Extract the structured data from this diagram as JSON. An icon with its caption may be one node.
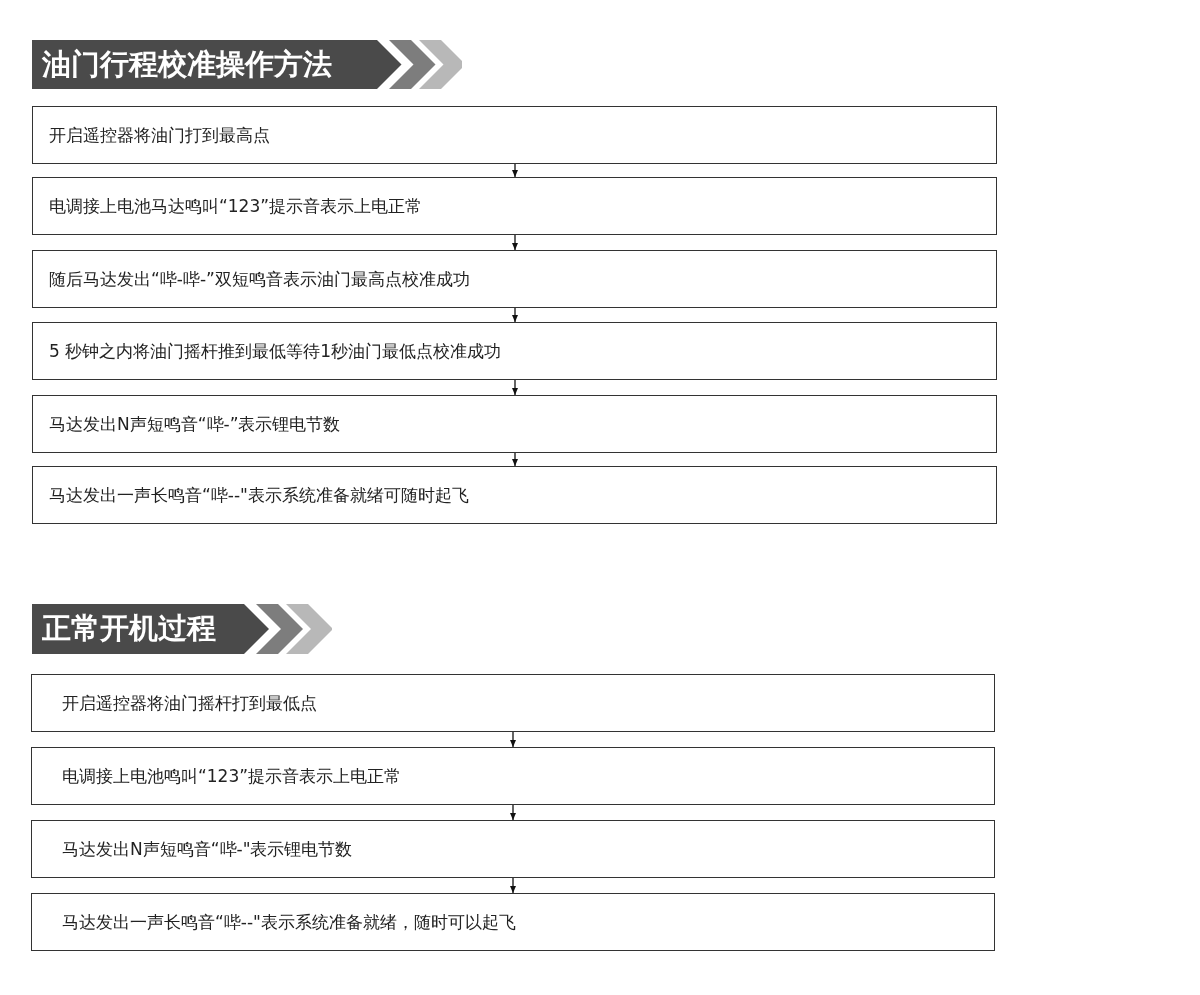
{
  "diagram": {
    "nodes": [
      {
        "text": [
          "油门行程校准操作方法"
        ]
      },
      {
        "text": [
          "开启遥控器将油门打到最高点"
        ]
      },
      {
        "text": [
          "电调接上电池马达鸣叫“123”提示音表示上电正常"
        ]
      },
      {
        "text": [
          "随后马达发出“哔-哔-”双短鸣音表示油门最高点校准成功"
        ]
      },
      {
        "text": [
          "5 秒钟之内将油门摇杆推到最低等待1秒油门最低点校准成功"
        ]
      },
      {
        "text": [
          "马达发出N声短鸣音“哔-”表示锂电节数"
        ]
      },
      {
        "text": [
          "马达发出一声长鸣音“哔--\"表示系统准备就绪可随时起飞"
        ]
      },
      {
        "text": [
          "正常开机过程"
        ]
      },
      {
        "text": [
          "开启遥控器将油门摇杆打到最低点"
        ]
      },
      {
        "text": [
          "电调接上电池鸣叫“123”提示音表示上电正常"
        ]
      },
      {
        "text": [
          "马达发出N声短鸣音“哔-\"表示锂电节数"
        ]
      },
      {
        "text": [
          "马达发出一声长鸣音“哔--\"表示系统准备就绪，随时可以起飞"
        ]
      }
    ],
    "edges": [
      {
        "from": 1,
        "to": 2,
        "arrow": "to"
      },
      {
        "from": 2,
        "to": 3,
        "arrow": "to"
      },
      {
        "from": 3,
        "to": 4,
        "arrow": "to"
      },
      {
        "from": 4,
        "to": 5,
        "arrow": "to"
      },
      {
        "from": 5,
        "to": 6,
        "arrow": "to"
      },
      {
        "from": 8,
        "to": 9,
        "arrow": "to"
      },
      {
        "from": 9,
        "to": 10,
        "arrow": "to"
      },
      {
        "from": 10,
        "to": 11,
        "arrow": "to"
      }
    ]
  }
}
